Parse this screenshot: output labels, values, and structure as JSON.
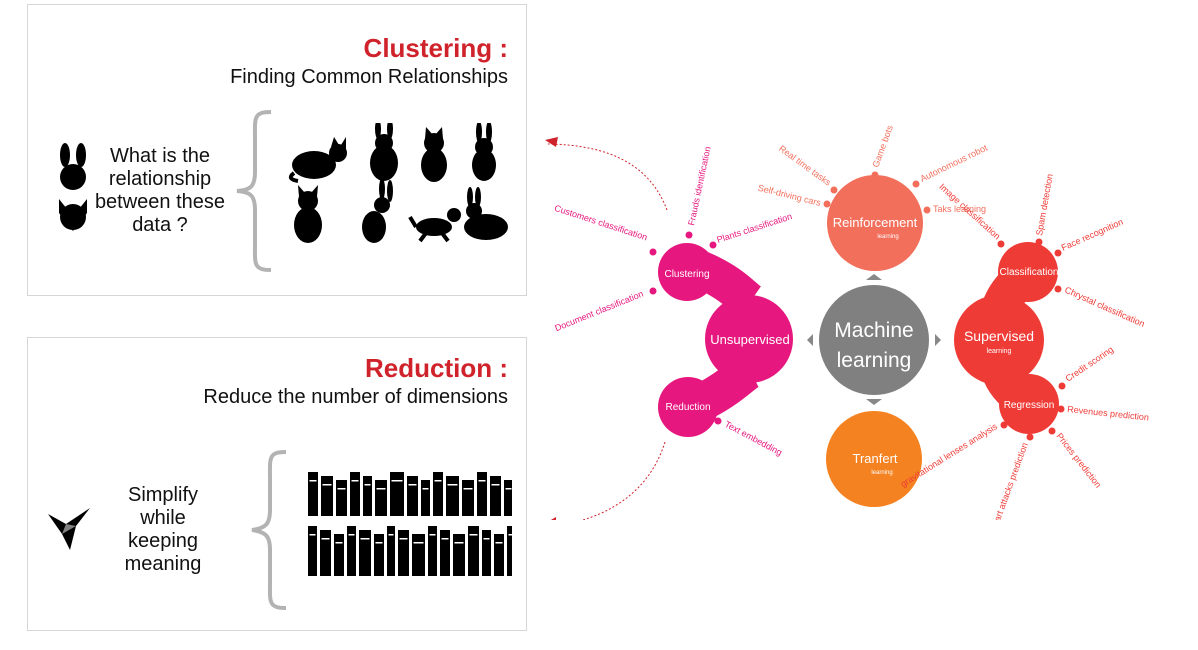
{
  "clustering": {
    "title": "Clustering :",
    "subtitle": "Finding Common Relationships",
    "question": "What is the relationship between these data ?"
  },
  "reduction": {
    "title": "Reduction :",
    "subtitle": "Reduce the number of dimensions",
    "statement": "Simplify while keeping meaning"
  },
  "diagram": {
    "center": {
      "line1": "Machine",
      "line2": "learning",
      "color": "#808080"
    },
    "reinforcement": {
      "label": "Reinforcement",
      "sub": "learning",
      "color": "#f26f5c",
      "items": [
        "Real time tasks",
        "Game bots",
        "Autonomous robot",
        "Self-driving cars",
        "Taks learning"
      ]
    },
    "supervised": {
      "label": "Supervised",
      "sub": "learning",
      "color": "#ef3b36",
      "classification": {
        "label": "Classification",
        "items": [
          "Image classification",
          "Spam detection",
          "Face recognition",
          "Chrystal classification"
        ]
      },
      "regression": {
        "label": "Regression",
        "items": [
          "Credit scoring",
          "Revenues prediction",
          "Prices prediction",
          "Heart attacks prediction",
          "gravitational lenses analysis"
        ]
      }
    },
    "unsupervised": {
      "label": "Unsupervised",
      "color": "#e6177e",
      "clustering": {
        "label": "Clustering",
        "items": [
          "Customers classification",
          "Frauds identification",
          "Plants classification",
          "Document classification"
        ]
      },
      "reduction": {
        "label": "Reduction",
        "items": [
          "Text embedding"
        ]
      }
    },
    "transfert": {
      "label": "Tranfert",
      "sub": "learning",
      "color": "#f58220"
    }
  },
  "icons": [
    "bunny-icon",
    "fox-icon",
    "cat-icon",
    "rabbit-icon",
    "bird-origami-icon",
    "books-icon",
    "bracket-icon"
  ]
}
